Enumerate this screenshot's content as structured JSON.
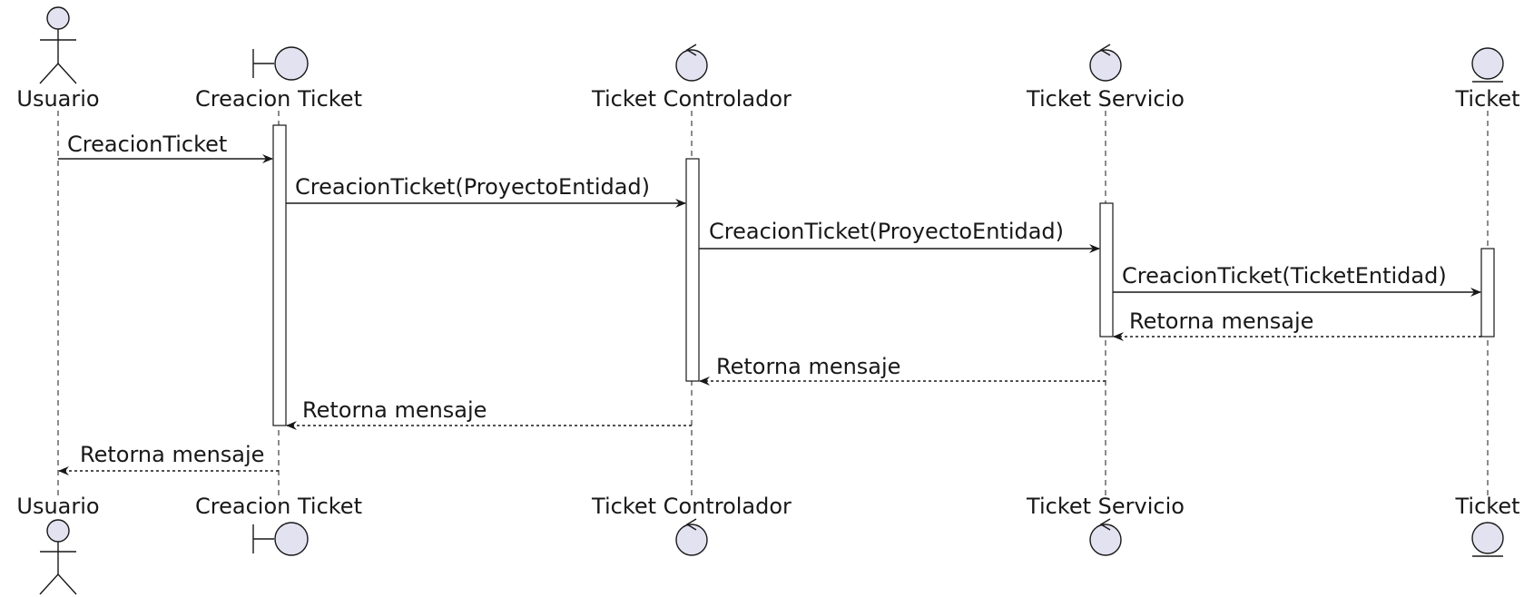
{
  "participants": [
    {
      "id": "usuario",
      "label": "Usuario",
      "kind": "actor"
    },
    {
      "id": "creacion_ticket",
      "label": "Creacion Ticket",
      "kind": "boundary"
    },
    {
      "id": "ticket_controlador",
      "label": "Ticket Controlador",
      "kind": "control"
    },
    {
      "id": "ticket_servicio",
      "label": "Ticket Servicio",
      "kind": "control"
    },
    {
      "id": "ticket",
      "label": "Ticket",
      "kind": "entity"
    }
  ],
  "messages": [
    {
      "from": "usuario",
      "to": "creacion_ticket",
      "label": "CreacionTicket",
      "type": "sync"
    },
    {
      "from": "creacion_ticket",
      "to": "ticket_controlador",
      "label": "CreacionTicket(ProyectoEntidad)",
      "type": "sync"
    },
    {
      "from": "ticket_controlador",
      "to": "ticket_servicio",
      "label": "CreacionTicket(ProyectoEntidad)",
      "type": "sync"
    },
    {
      "from": "ticket_servicio",
      "to": "ticket",
      "label": "CreacionTicket(TicketEntidad)",
      "type": "sync"
    },
    {
      "from": "ticket",
      "to": "ticket_servicio",
      "label": "Retorna mensaje",
      "type": "reply"
    },
    {
      "from": "ticket_servicio",
      "to": "ticket_controlador",
      "label": "Retorna mensaje",
      "type": "reply"
    },
    {
      "from": "ticket_controlador",
      "to": "creacion_ticket",
      "label": "Retorna mensaje",
      "type": "reply"
    },
    {
      "from": "creacion_ticket",
      "to": "usuario",
      "label": "Retorna mensaje",
      "type": "reply"
    }
  ]
}
